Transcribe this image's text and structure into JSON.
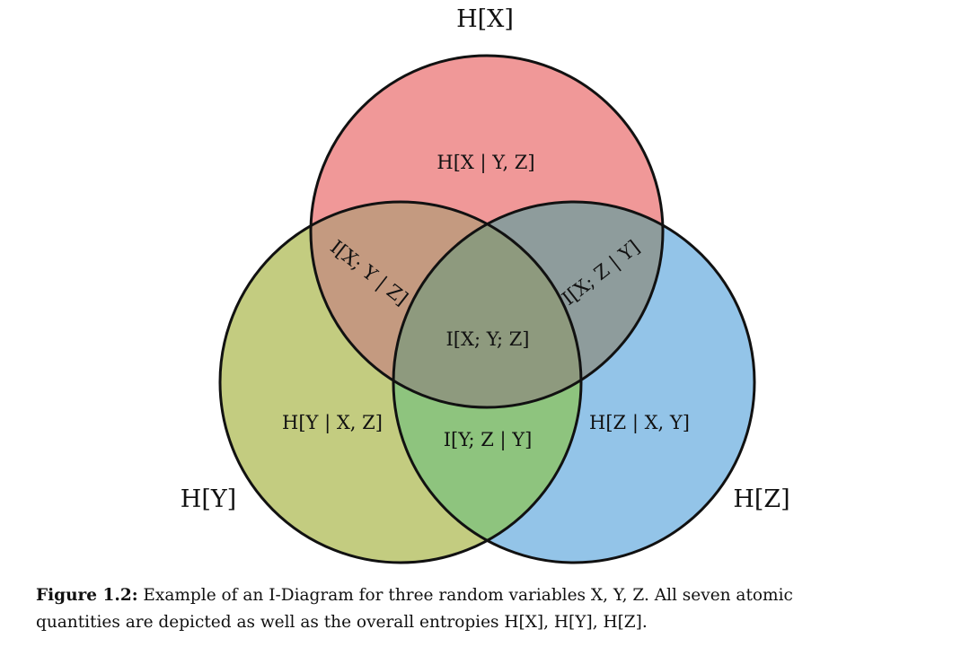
{
  "diagram": {
    "set_labels": {
      "x": "H[X]",
      "y": "H[Y]",
      "z": "H[Z]"
    },
    "regions": {
      "x_only": "H[X | Y, Z]",
      "y_only": "H[Y | X, Z]",
      "z_only": "H[Z | X, Y]",
      "xy_given_z": "I[X; Y | Z]",
      "xz_given_y": "I[X; Z | Y]",
      "yz_given_y": "I[Y; Z | Y]",
      "xyz": "I[X; Y; Z]"
    },
    "colors": {
      "x": "#f09898",
      "y": "#c3cc80",
      "z": "#93c4e8",
      "xy": "#c49a80",
      "xz": "#8e9c9c",
      "yz": "#8ec47e",
      "xyz": "#8e9a7e",
      "stroke": "#111111"
    }
  },
  "caption": {
    "label": "Figure 1.2:",
    "line1": "Example of an I-Diagram for three random variables X, Y, Z. All seven atomic",
    "line2": "quantities are depicted as well as the overall entropies H[X], H[Y], H[Z]."
  }
}
